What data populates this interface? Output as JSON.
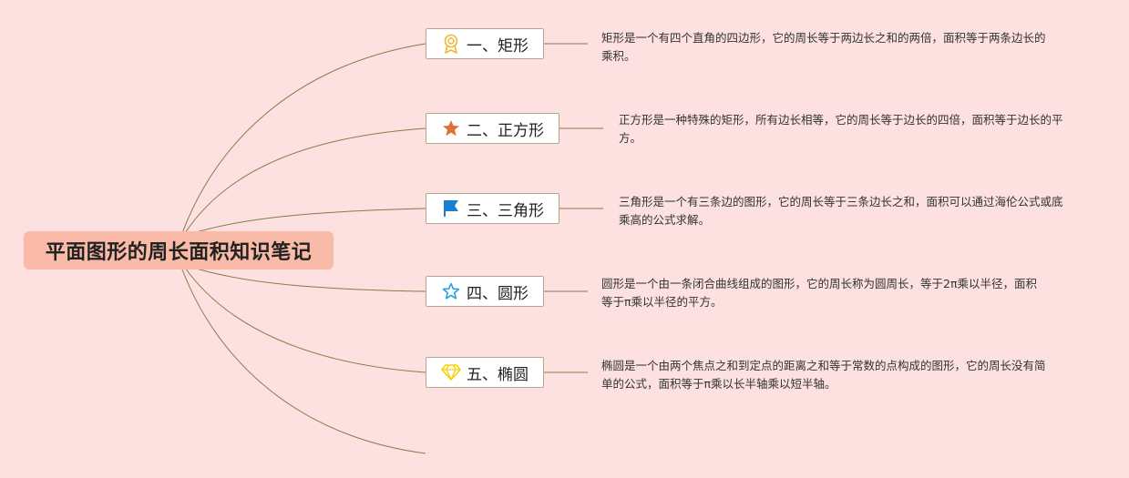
{
  "title": "平面图形的周长面积知识笔记",
  "branches": [
    {
      "label": "一、矩形",
      "icon": "ribbon-medal-icon",
      "color": "#f2b632",
      "desc": "矩形是一个有四个直角的四边形，它的周长等于两边长之和的两倍，面积等于两条边长的乘积。"
    },
    {
      "label": "二、正方形",
      "icon": "star-icon",
      "color": "#e07038",
      "desc": "正方形是一种特殊的矩形，所有边长相等，它的周长等于边长的四倍，面积等于边长的平方。"
    },
    {
      "label": "三、三角形",
      "icon": "flag-icon",
      "color": "#1a7fd0",
      "desc": "三角形是一个有三条边的图形，它的周长等于三条边长之和，面积可以通过海伦公式或底乘高的公式求解。"
    },
    {
      "label": "四、圆形",
      "icon": "star-outline-icon",
      "color": "#2aa0e0",
      "desc": "圆形是一个由一条闭合曲线组成的图形，它的周长称为圆周长，等于2π乘以半径，面积等于π乘以半径的平方。"
    },
    {
      "label": "五、椭圆",
      "icon": "diamond-icon",
      "color": "#f5d000",
      "desc": "椭圆是一个由两个焦点之和到定点的距离之和等于常数的点构成的图形，它的周长没有简单的公式，面积等于π乘以长半轴乘以短半轴。"
    }
  ],
  "colors": {
    "background": "#fde0e0",
    "central_fill": "#f9bba7",
    "connector": "#8a7a4a",
    "node_border": "#b3a98a"
  }
}
